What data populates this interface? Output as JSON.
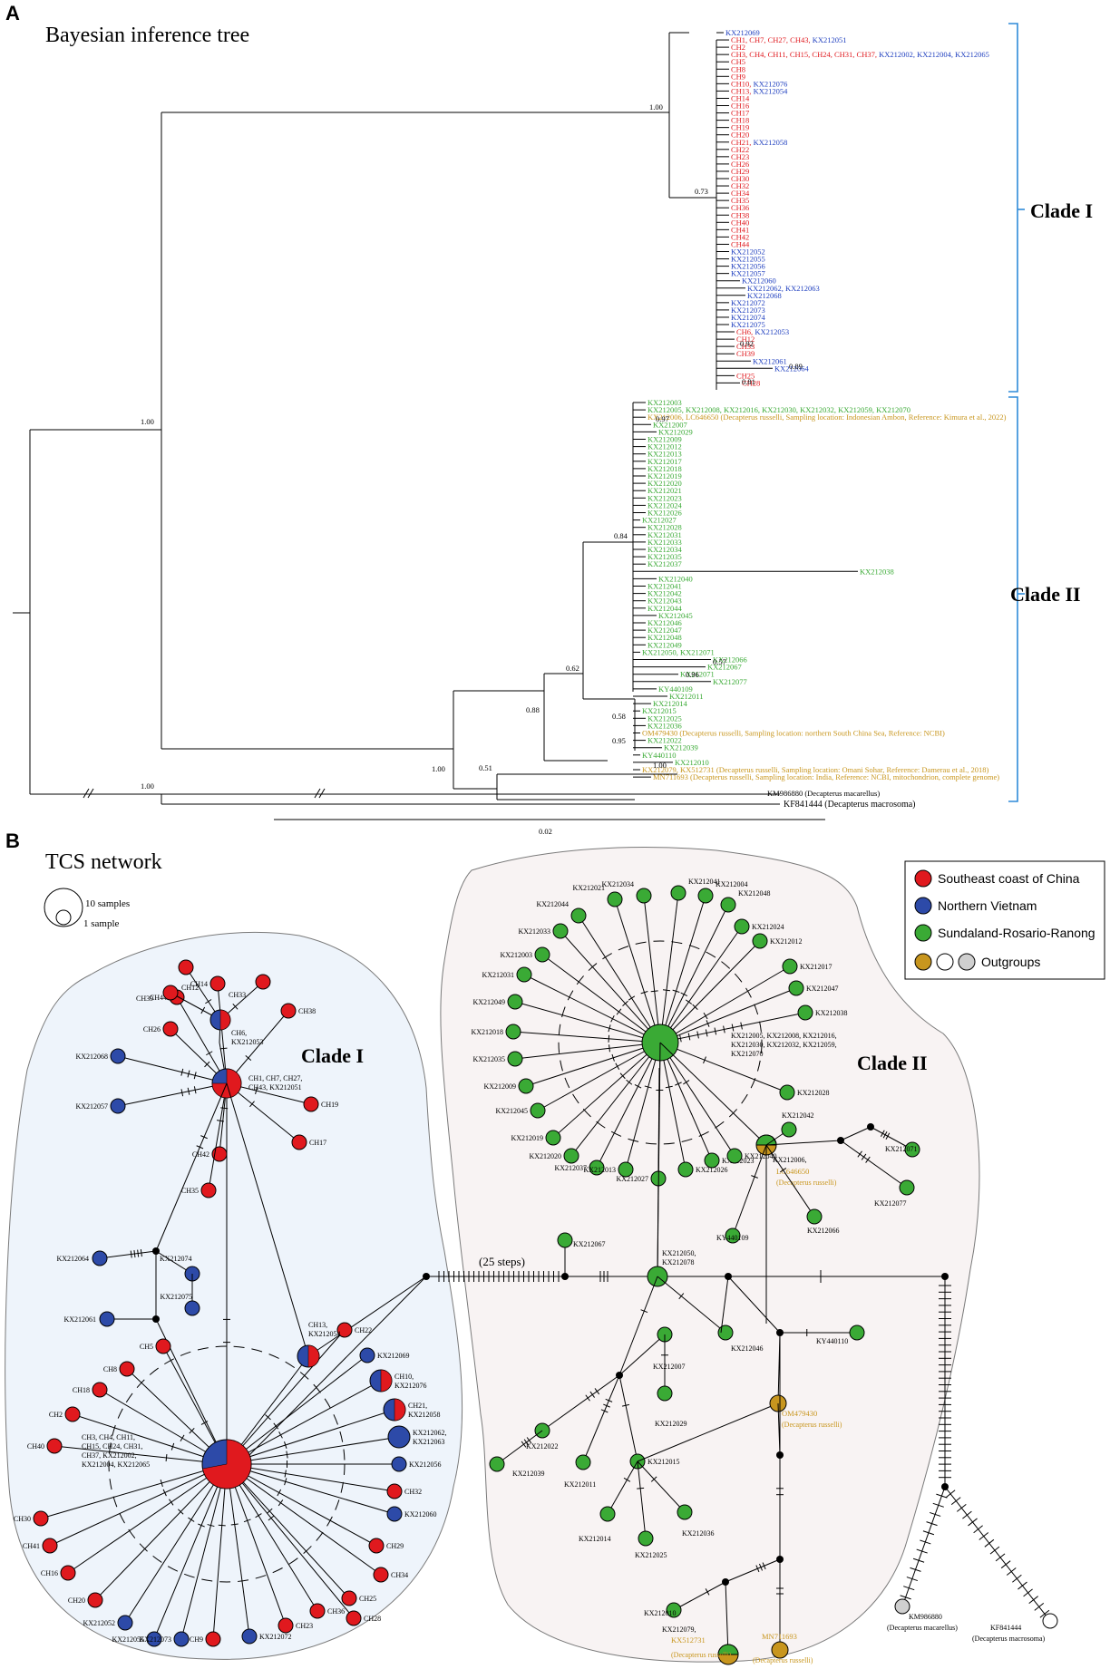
{
  "panel_a": {
    "letter": "A",
    "title": "Bayesian inference tree",
    "clade1": "Clade I",
    "clade2": "Clade II",
    "scale": "0.02",
    "supports": [
      "1.00",
      "0.73",
      "0.92",
      "0.89",
      "0.81",
      "0.97",
      "0.84",
      "0.57",
      "0.96",
      "0.62",
      "0.58",
      "0.95",
      "0.88",
      "1.00",
      "0.51",
      "1.00",
      "1.00",
      "1.00"
    ],
    "clade1_tips": [
      {
        "t": "KX212069",
        "c": "#1f3fbf",
        "d": 0
      },
      {
        "t": "CH1, CH7, CH27, CH43, KX212051",
        "c": "mix",
        "d": 1
      },
      {
        "t": "CH2",
        "c": "#e0191e",
        "d": 1
      },
      {
        "t": "CH3, CH4, CH11, CH15, CH24, CH31, CH37, KX212002, KX212004, KX212065",
        "c": "mix",
        "d": 1
      },
      {
        "t": "CH5",
        "c": "#e0191e",
        "d": 1
      },
      {
        "t": "CH8",
        "c": "#e0191e",
        "d": 1
      },
      {
        "t": "CH9",
        "c": "#e0191e",
        "d": 1
      },
      {
        "t": "CH10, KX212076",
        "c": "mix",
        "d": 1
      },
      {
        "t": "CH13, KX212054",
        "c": "mix",
        "d": 1
      },
      {
        "t": "CH14",
        "c": "#e0191e",
        "d": 1
      },
      {
        "t": "CH16",
        "c": "#e0191e",
        "d": 1
      },
      {
        "t": "CH17",
        "c": "#e0191e",
        "d": 1
      },
      {
        "t": "CH18",
        "c": "#e0191e",
        "d": 1
      },
      {
        "t": "CH19",
        "c": "#e0191e",
        "d": 1
      },
      {
        "t": "CH20",
        "c": "#e0191e",
        "d": 1
      },
      {
        "t": "CH21, KX212058",
        "c": "mix",
        "d": 1
      },
      {
        "t": "CH22",
        "c": "#e0191e",
        "d": 1
      },
      {
        "t": "CH23",
        "c": "#e0191e",
        "d": 1
      },
      {
        "t": "CH26",
        "c": "#e0191e",
        "d": 1
      },
      {
        "t": "CH29",
        "c": "#e0191e",
        "d": 1
      },
      {
        "t": "CH30",
        "c": "#e0191e",
        "d": 1
      },
      {
        "t": "CH32",
        "c": "#e0191e",
        "d": 1
      },
      {
        "t": "CH34",
        "c": "#e0191e",
        "d": 1
      },
      {
        "t": "CH35",
        "c": "#e0191e",
        "d": 1
      },
      {
        "t": "CH36",
        "c": "#e0191e",
        "d": 1
      },
      {
        "t": "CH38",
        "c": "#e0191e",
        "d": 1
      },
      {
        "t": "CH40",
        "c": "#e0191e",
        "d": 1
      },
      {
        "t": "CH41",
        "c": "#e0191e",
        "d": 1
      },
      {
        "t": "CH42",
        "c": "#e0191e",
        "d": 1
      },
      {
        "t": "CH44",
        "c": "#e0191e",
        "d": 1
      },
      {
        "t": "KX212052",
        "c": "#1f3fbf",
        "d": 1
      },
      {
        "t": "KX212055",
        "c": "#1f3fbf",
        "d": 1
      },
      {
        "t": "KX212056",
        "c": "#1f3fbf",
        "d": 1
      },
      {
        "t": "KX212057",
        "c": "#1f3fbf",
        "d": 1
      },
      {
        "t": "KX212060",
        "c": "#1f3fbf",
        "d": 3
      },
      {
        "t": "KX212062, KX212063",
        "c": "#1f3fbf",
        "d": 4
      },
      {
        "t": "KX212068",
        "c": "#1f3fbf",
        "d": 4
      },
      {
        "t": "KX212072",
        "c": "#1f3fbf",
        "d": 1
      },
      {
        "t": "KX212073",
        "c": "#1f3fbf",
        "d": 1
      },
      {
        "t": "KX212074",
        "c": "#1f3fbf",
        "d": 1
      },
      {
        "t": "KX212075",
        "c": "#1f3fbf",
        "d": 1
      },
      {
        "t": "CH6, KX212053",
        "c": "mix",
        "d": 2
      },
      {
        "t": "CH12",
        "c": "#e0191e",
        "d": 2
      },
      {
        "t": "CH33",
        "c": "#e0191e",
        "d": 2
      },
      {
        "t": "CH39",
        "c": "#e0191e",
        "d": 2
      },
      {
        "t": "KX212061",
        "c": "#1f3fbf",
        "d": 5
      },
      {
        "t": "KX212064",
        "c": "#1f3fbf",
        "d": 9
      },
      {
        "t": "CH25",
        "c": "#e0191e",
        "d": 2
      },
      {
        "t": "CH28",
        "c": "#e0191e",
        "d": 3
      }
    ],
    "clade2_tips": [
      {
        "t": "KX212003",
        "c": "#3aaa35",
        "d": 1
      },
      {
        "t": "KX212005, KX212008, KX212016, KX212030, KX212032, KX212059, KX212070",
        "c": "#3aaa35",
        "d": 1
      },
      {
        "t": "KX212006, LC646650 (Decapterus russelli, Sampling location: Indonesian Ambon, Reference: Kimura et al., 2022)",
        "c": "#c8961e",
        "d": 1
      },
      {
        "t": "KX212007",
        "c": "#3aaa35",
        "d": 2
      },
      {
        "t": "KX212029",
        "c": "#3aaa35",
        "d": 3
      },
      {
        "t": "KX212009",
        "c": "#3aaa35",
        "d": 1
      },
      {
        "t": "KX212012",
        "c": "#3aaa35",
        "d": 1
      },
      {
        "t": "KX212013",
        "c": "#3aaa35",
        "d": 1
      },
      {
        "t": "KX212017",
        "c": "#3aaa35",
        "d": 1
      },
      {
        "t": "KX212018",
        "c": "#3aaa35",
        "d": 1
      },
      {
        "t": "KX212019",
        "c": "#3aaa35",
        "d": 1
      },
      {
        "t": "KX212020",
        "c": "#3aaa35",
        "d": 1
      },
      {
        "t": "KX212021",
        "c": "#3aaa35",
        "d": 1
      },
      {
        "t": "KX212023",
        "c": "#3aaa35",
        "d": 1
      },
      {
        "t": "KX212024",
        "c": "#3aaa35",
        "d": 1
      },
      {
        "t": "KX212026",
        "c": "#3aaa35",
        "d": 1
      },
      {
        "t": "KX212027",
        "c": "#3aaa35",
        "d": 0
      },
      {
        "t": "KX212028",
        "c": "#3aaa35",
        "d": 1
      },
      {
        "t": "KX212031",
        "c": "#3aaa35",
        "d": 1
      },
      {
        "t": "KX212033",
        "c": "#3aaa35",
        "d": 1
      },
      {
        "t": "KX212034",
        "c": "#3aaa35",
        "d": 1
      },
      {
        "t": "KX212035",
        "c": "#3aaa35",
        "d": 1
      },
      {
        "t": "KX212037",
        "c": "#3aaa35",
        "d": 1
      },
      {
        "t": "KX212038",
        "c": "#3aaa35",
        "d": 40
      },
      {
        "t": "KX212040",
        "c": "#3aaa35",
        "d": 3
      },
      {
        "t": "KX212041",
        "c": "#3aaa35",
        "d": 1
      },
      {
        "t": "KX212042",
        "c": "#3aaa35",
        "d": 1
      },
      {
        "t": "KX212043",
        "c": "#3aaa35",
        "d": 1
      },
      {
        "t": "KX212044",
        "c": "#3aaa35",
        "d": 1
      },
      {
        "t": "KX212045",
        "c": "#3aaa35",
        "d": 3
      },
      {
        "t": "KX212046",
        "c": "#3aaa35",
        "d": 1
      },
      {
        "t": "KX212047",
        "c": "#3aaa35",
        "d": 1
      },
      {
        "t": "KX212048",
        "c": "#3aaa35",
        "d": 1
      },
      {
        "t": "KX212049",
        "c": "#3aaa35",
        "d": 1
      },
      {
        "t": "KX212050, KX212071",
        "c": "#3aaa35",
        "d": 0
      },
      {
        "t": "KX212066",
        "c": "#3aaa35",
        "d": 13
      },
      {
        "t": "KX212067",
        "c": "#3aaa35",
        "d": 12
      },
      {
        "t": "KX212071",
        "c": "#3aaa35",
        "d": 7
      },
      {
        "t": "KX212077",
        "c": "#3aaa35",
        "d": 13
      },
      {
        "t": "KY440109",
        "c": "#3aaa35",
        "d": 3
      },
      {
        "t": "KX212011",
        "c": "#3aaa35",
        "d": 5
      },
      {
        "t": "KX212014",
        "c": "#3aaa35",
        "d": 2
      },
      {
        "t": "KX212015",
        "c": "#3aaa35",
        "d": 0
      },
      {
        "t": "KX212025",
        "c": "#3aaa35",
        "d": 1
      },
      {
        "t": "KX212036",
        "c": "#3aaa35",
        "d": 1
      },
      {
        "t": "OM479430 (Decapterus russelli, Sampling location: northern South China Sea, Reference: NCBI)",
        "c": "#c8961e",
        "d": 0
      },
      {
        "t": "KX212022",
        "c": "#3aaa35",
        "d": 1
      },
      {
        "t": "KX212039",
        "c": "#3aaa35",
        "d": 4
      },
      {
        "t": "KY440110",
        "c": "#3aaa35",
        "d": 0
      },
      {
        "t": "KX212010",
        "c": "#3aaa35",
        "d": 6
      },
      {
        "t": "KX212079, KX512731 (Decapterus russelli, Sampling location: Omani Sohar, Reference: Damerau et al., 2018)",
        "c": "#c8961e",
        "d": 0
      },
      {
        "t": "MN711693 (Decapterus russelli, Sampling location: India, Reference: NCBI, mitochondrion, complete genome)",
        "c": "#c8961e",
        "d": 2
      }
    ],
    "outgroup1": "KM986880 (Decapterus macarellus)",
    "outgroup2": "KF841444 (Decapterus macrosoma)"
  },
  "panel_b": {
    "letter": "B",
    "title": "TCS network",
    "size_big": "10 samples",
    "size_small": "1 sample",
    "clade1": "Clade I",
    "clade2": "Clade II",
    "steps_label": "(25 steps)",
    "legend": [
      {
        "label": "Southeast coast of China",
        "color": "#e0191e"
      },
      {
        "label": "Northern Vietnam",
        "color": "#2d4aa8"
      },
      {
        "label": "Sundaland-Rosario-Ranong",
        "color": "#3aaa35"
      },
      {
        "label": "Outgroups",
        "color": "#c8961e"
      }
    ],
    "colors": {
      "china": "#e0191e",
      "vietnam": "#2d4aa8",
      "sundaland": "#3aaa35",
      "outgroup": "#c8961e",
      "grey": "#cfcfcf",
      "white": "#ffffff",
      "clade1_bg": "#eef4fb",
      "clade2_bg": "#f8f3f3"
    },
    "center1_label": "CH3, CH4, CH11, CH15, CH24, CH31, CH37, KX212002, KX212004, KX212065",
    "hub1_label": "CH1, CH7, CH27, CH43, KX212051",
    "center2_label": "KX212005, KX212008, KX212016, KX212030, KX212032, KX212059, KX212070",
    "nodes1": [
      "CH12",
      "CH33",
      "CH39",
      "CH6, KX212053",
      "CH44",
      "CH14",
      "CH26",
      "CH38",
      "KX212068",
      "KX212057",
      "CH19",
      "CH17",
      "KX212064",
      "KX212074",
      "KX212075",
      "CH42",
      "CH35",
      "CH13, KX212054",
      "KX212061",
      "CH5",
      "CH8",
      "CH18",
      "CH2",
      "CH40",
      "CH22",
      "KX212069",
      "CH10, KX212076",
      "CH21, KX212058",
      "KX212062, KX212063",
      "KX212056",
      "CH32",
      "KX212060",
      "CH29",
      "CH34",
      "CH25",
      "CH28",
      "CH36",
      "CH23",
      "KX212072",
      "CH9",
      "KX212073",
      "KX212055",
      "KX212052",
      "CH20",
      "CH16",
      "CH41",
      "CH30"
    ],
    "nodes2": [
      "KX212021",
      "KX212034",
      "KX212041",
      "KX212004",
      "KX212048",
      "KX212044",
      "KX212024",
      "KX212033",
      "KX212012",
      "KX212003",
      "KX212017",
      "KX212031",
      "KX212047",
      "KX212049",
      "KX212038",
      "KX212018",
      "KX212035",
      "KX212009",
      "KX212028",
      "KX212045",
      "KX212042",
      "KX212019",
      "KX212020",
      "KX212037",
      "KX212013",
      "KX212027",
      "KX212026",
      "KX212023",
      "KX212040",
      "KX212071",
      "KX212077",
      "KX212066",
      "KY440109",
      "KX212067",
      "KX212050, KX212078",
      "KX212046",
      "KX212007",
      "KX212029",
      "KY440110",
      "KX212022",
      "KX212039",
      "KX212011",
      "KX212015",
      "KX212014",
      "KX212025",
      "KX212036",
      "KX212010",
      "KX212079,",
      "KX512731",
      "MN711693",
      "OM479430",
      "KX212006,",
      "LC646650",
      "KM986880",
      "KF841444"
    ],
    "species": {
      "russelli": "(Decapterus russelli)",
      "macarellus": "(Decapterus macarellus)",
      "macrosoma": "(Decapterus macrosoma)"
    }
  }
}
